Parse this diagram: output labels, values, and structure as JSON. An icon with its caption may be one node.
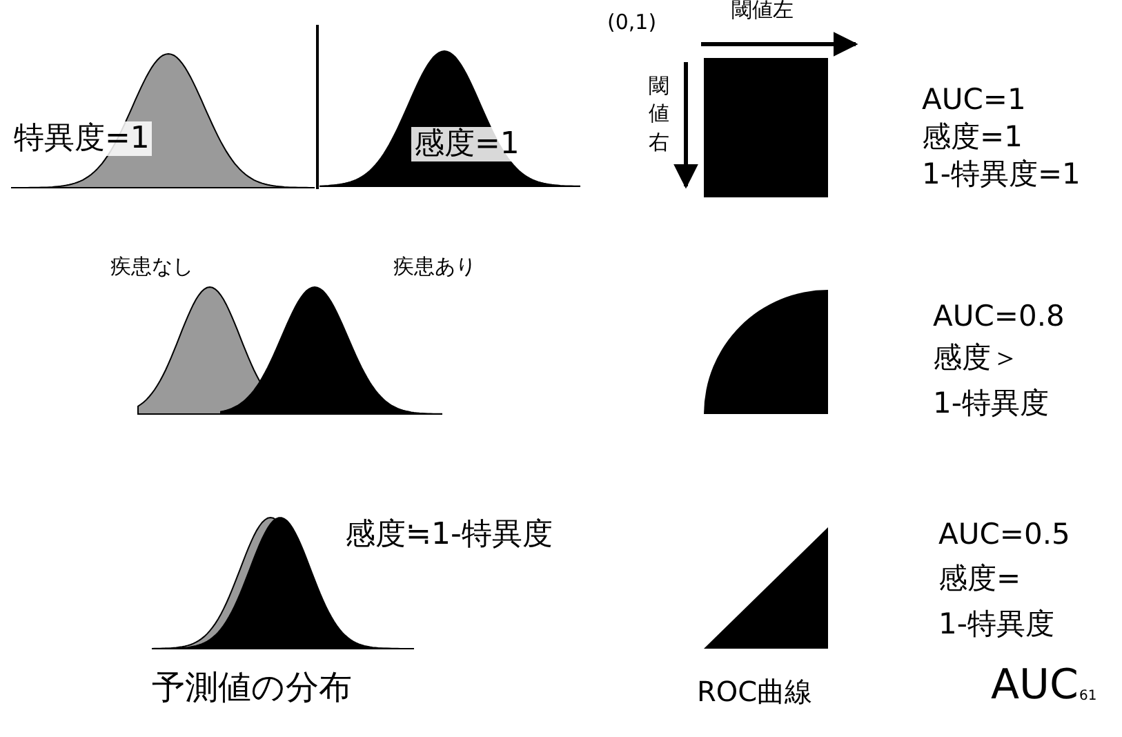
{
  "diagram": {
    "labels": [
      "(0,1)",
      "閾値左",
      "特異度=1",
      "感度=1",
      "閾値右",
      "AUC=1",
      "感度=1",
      "1-特異度=1",
      "疾患なし",
      "疾患あり",
      "AUC=0.8",
      "感度＞",
      "1-特異度",
      "感度≒1-特異度",
      "AUC=0.5",
      "感度=",
      "1-特異度",
      "予測値の分布",
      "ROC曲線",
      "AUC",
      "61"
    ]
  }
}
